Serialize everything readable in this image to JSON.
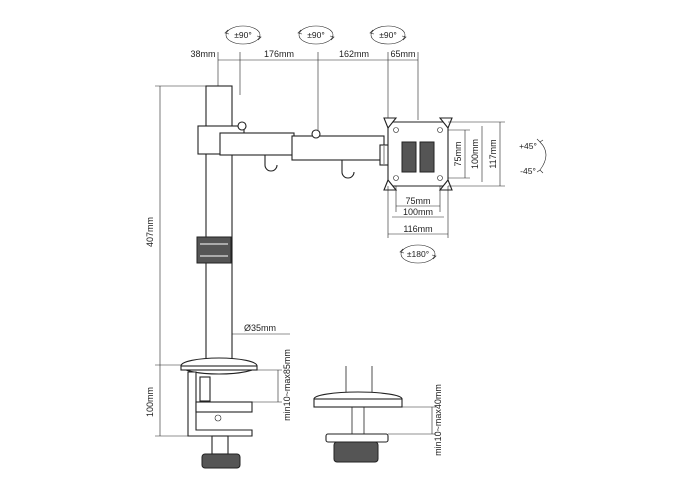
{
  "rotations": {
    "joint_1": "±90°",
    "joint_2": "±90°",
    "joint_3": "±90°",
    "rotate": "±180°",
    "tilt_up": "+45°",
    "tilt_down": "-45°"
  },
  "dimensions": {
    "d38": "38mm",
    "d176": "176mm",
    "d162": "162mm",
    "d65": "65mm",
    "height_407": "407mm",
    "pole_dia": "Ø35mm",
    "base_100": "100mm",
    "clamp_range": "min10~max85mm",
    "grommet_range": "min10~max40mm",
    "vesa_75": "75mm",
    "vesa_100": "100mm",
    "plate_116": "116mm",
    "vesa_75_v": "75mm",
    "vesa_100_v": "100mm",
    "plate_117_v": "117mm"
  }
}
